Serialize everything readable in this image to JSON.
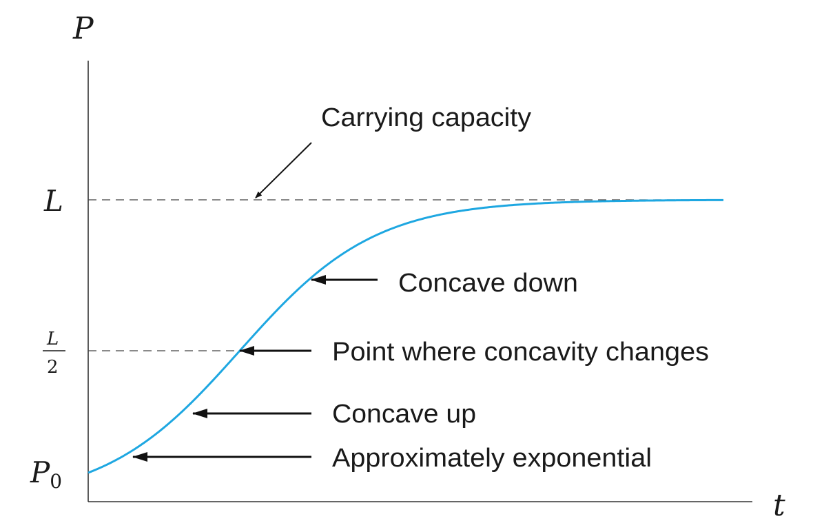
{
  "axes": {
    "y_label": "P",
    "x_label": "t",
    "y_tick_L": "L",
    "y_tick_half_num": "L",
    "y_tick_half_den": "2",
    "y_tick_p0_main": "P",
    "y_tick_p0_sub": "0"
  },
  "annotations": {
    "carrying_capacity": "Carrying capacity",
    "concave_down": "Concave down",
    "inflection": "Point where concavity changes",
    "concave_up": "Concave up",
    "approx_exponential": "Approximately exponential"
  },
  "colors": {
    "curve": "#1ea7e1",
    "text": "#1a1a1a"
  }
}
